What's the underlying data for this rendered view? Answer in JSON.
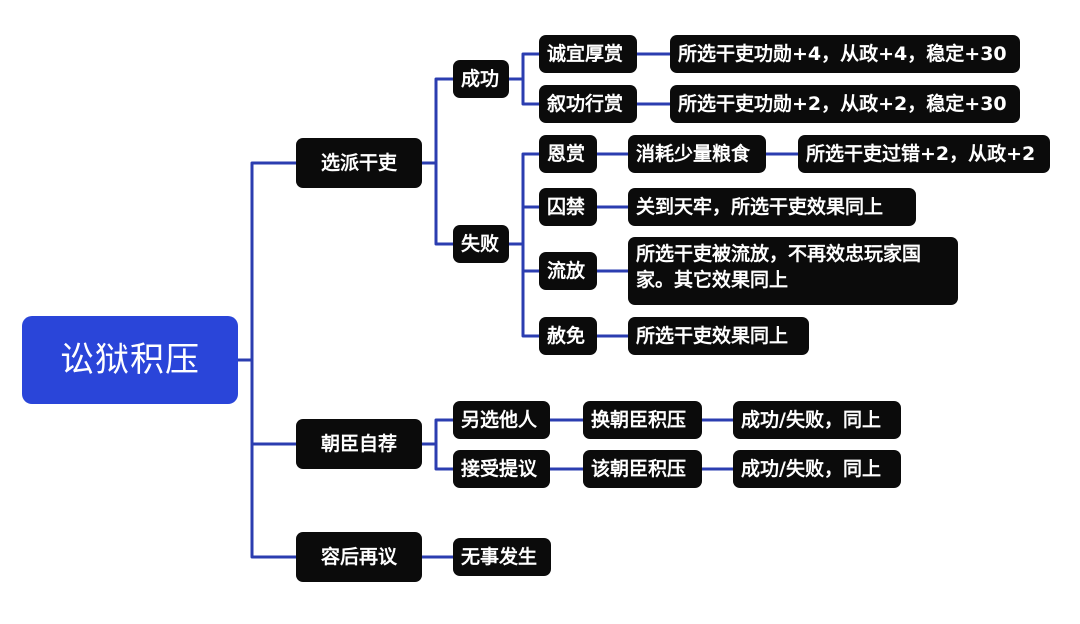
{
  "root": "讼狱积压",
  "branches": {
    "b1": {
      "label": "选派干吏",
      "success": {
        "label": "成功",
        "r1": {
          "label": "诚宜厚赏",
          "effect": "所选干吏功勋+4，从政+4，稳定+30"
        },
        "r2": {
          "label": "叙功行赏",
          "effect": "所选干吏功勋+2，从政+2，稳定+30"
        }
      },
      "fail": {
        "label": "失败",
        "f1": {
          "label": "恩赏",
          "effect": "消耗少量粮食",
          "result": "所选干吏过错+2，从政+2"
        },
        "f2": {
          "label": "囚禁",
          "effect": "关到天牢，所选干吏效果同上"
        },
        "f3": {
          "label": "流放",
          "effect": "所选干吏被流放，不再效忠玩家国家。其它效果同上"
        },
        "f4": {
          "label": "赦免",
          "effect": "所选干吏效果同上"
        }
      }
    },
    "b2": {
      "label": "朝臣自荐",
      "o1": {
        "label": "另选他人",
        "mid": "换朝臣积压",
        "result": "成功/失败，同上"
      },
      "o2": {
        "label": "接受提议",
        "mid": "该朝臣积压",
        "result": "成功/失败，同上"
      }
    },
    "b3": {
      "label": "容后再议",
      "r1": {
        "label": "无事发生"
      }
    }
  },
  "colors": {
    "connector": "#2b3db0",
    "root_fill": "#2a45d9",
    "node_fill": "#0b0b0b",
    "text": "#ffffff"
  }
}
